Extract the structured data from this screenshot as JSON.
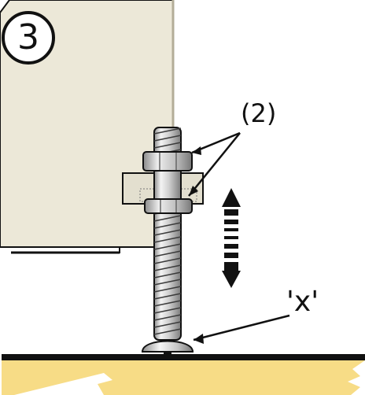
{
  "step_number": "3",
  "callouts": {
    "nuts": "(2)",
    "screw_head": "'x'"
  },
  "colors": {
    "panel": "#ece8d8",
    "panel_shadow": "#d8d4c4",
    "bracket": "#e3dfcf",
    "floor": "#f7dc86",
    "floor_edge": "#111111",
    "metal": "#c9c9c9",
    "metal_highlight": "#f1f1f1",
    "arrow": "#111111"
  }
}
